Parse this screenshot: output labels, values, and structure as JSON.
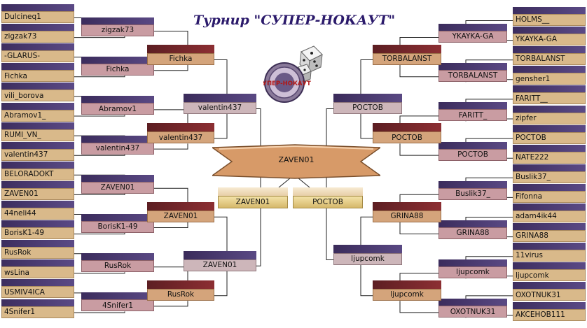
{
  "title": "Турнир \"СУПЕР-НОКАУТ\"",
  "logo_text": "СУПЕР-НОКАУТ",
  "champion": "ZAVEN01",
  "semifinal": {
    "left": "ZAVEN01",
    "right": "РОСТОВ"
  },
  "left": {
    "r1": [
      "Dulcineq1",
      "zigzak73",
      "-GLARUS-",
      "Fichka",
      "vili_borova",
      "Abramov1_",
      "RUMI_VN_",
      "valentin437",
      "BELORADOKT",
      "ZAVEN01",
      "44neli44",
      "BorisK1-49",
      "RusRok",
      "wsLina",
      "USMIV4ICA",
      "4Snifer1"
    ],
    "r2": [
      "zigzak73",
      "Fichka",
      "Abramov1",
      "valentin437",
      "ZAVEN01",
      "BorisK1-49",
      "RusRok",
      "4Snifer1"
    ],
    "r3": [
      "Fichka",
      "valentin437",
      "ZAVEN01",
      "RusRok"
    ],
    "r4": [
      "valentin437",
      "ZAVEN01"
    ]
  },
  "right": {
    "r1": [
      "HOLMS__",
      "YKAYKA-GA",
      "TORBALANST",
      "gensher1",
      "FARITT__",
      "zipfer",
      "РОСТОВ",
      "NATE222",
      "Buslik37_",
      "Fifonna",
      "adam4ik44",
      "GRINA88",
      "11virus",
      "ljupcomk",
      "OXOTNUK31",
      "AKCEHOB111"
    ],
    "r2": [
      "YKAYKA-GA",
      "TORBALANST",
      "FARITT_",
      "РОСТОВ",
      "Buslik37_",
      "GRINA88",
      "ljupcomk",
      "OXOTNUK31"
    ],
    "r3": [
      "TORBALANST",
      "РОСТОВ",
      "GRINA88",
      "ljupcomk"
    ],
    "r4": [
      "РОСТОВ",
      "ljupcomk"
    ]
  },
  "colors": {
    "title": "#2b1a6b",
    "final_fill": "#d79a68",
    "top_purple": "#4b3b74",
    "top_maroon": "#7a262a",
    "lines": "#222222"
  }
}
